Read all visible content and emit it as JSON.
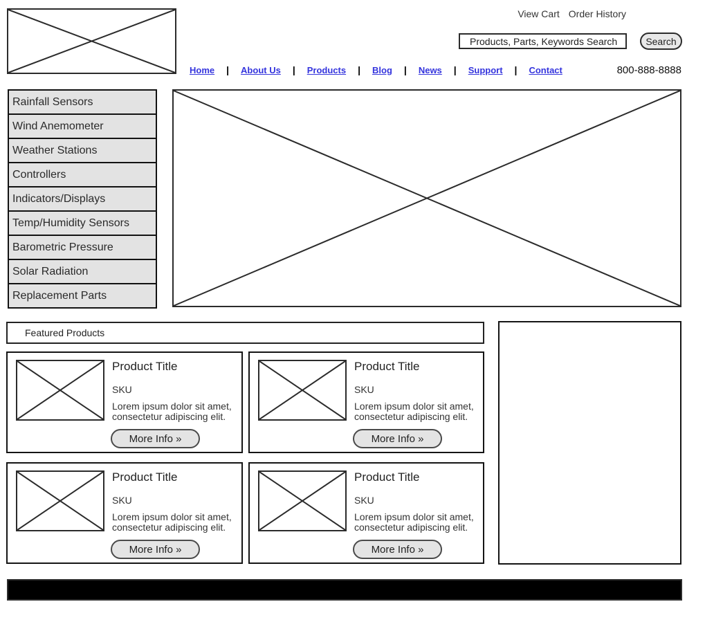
{
  "header": {
    "account_links": {
      "view_cart": "View Cart",
      "order_history": "Order History"
    },
    "search": {
      "value": "Products, Parts, Keywords Search",
      "button_label": "Search"
    },
    "nav": {
      "separator": "|",
      "items": [
        "Home",
        "About Us",
        "Products",
        "Blog",
        "News",
        "Support",
        "Contact"
      ]
    },
    "phone": "800-888-8888"
  },
  "sidebar": {
    "items": [
      "Rainfall Sensors",
      "Wind Anemometer",
      "Weather Stations",
      "Controllers",
      "Indicators/Displays",
      "Temp/Humidity Sensors",
      "Barometric Pressure",
      "Solar Radiation",
      "Replacement Parts"
    ]
  },
  "featured": {
    "title": "Featured Products"
  },
  "products": [
    {
      "title": "Product Title",
      "sku": "SKU",
      "description": "Lorem ipsum dolor sit amet, consectetur adipiscing elit.",
      "more_info_label": "More Info »"
    },
    {
      "title": "Product Title",
      "sku": "SKU",
      "description": "Lorem ipsum dolor sit amet, consectetur adipiscing elit.",
      "more_info_label": "More Info »"
    },
    {
      "title": "Product Title",
      "sku": "SKU",
      "description": "Lorem ipsum dolor sit amet, consectetur adipiscing elit.",
      "more_info_label": "More Info »"
    },
    {
      "title": "Product Title",
      "sku": "SKU",
      "description": "Lorem ipsum dolor sit amet, consectetur adipiscing elit.",
      "more_info_label": "More Info »"
    }
  ],
  "colors": {
    "link_blue": "#3434dd",
    "menu_item_bg": "#e3e3e3",
    "button_bg": "#e8e8e8",
    "footer_bg": "#000000",
    "border_dark": "#2b2b2b"
  }
}
